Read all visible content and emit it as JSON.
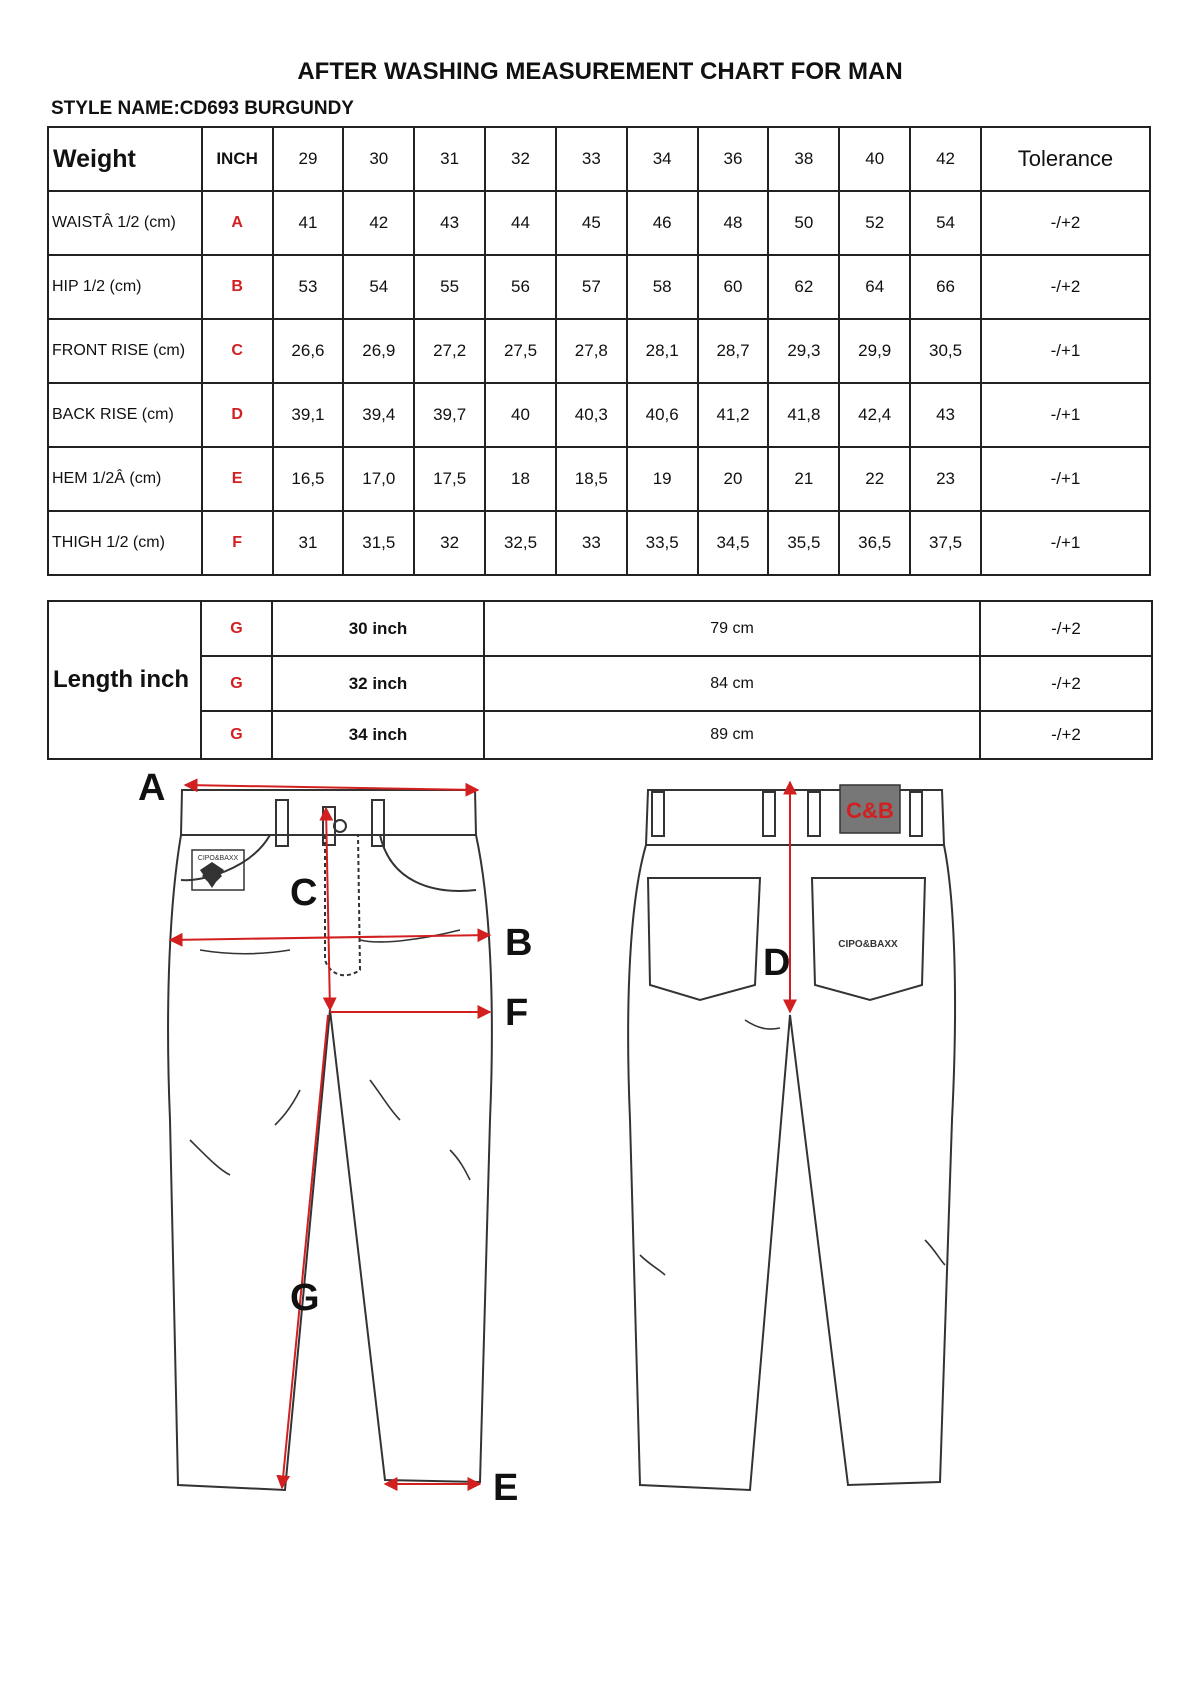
{
  "title": "AFTER WASHING MEASUREMENT CHART FOR MAN",
  "style_name": "STYLE NAME:CD693 BURGUNDY",
  "measurement_table": {
    "header": {
      "weight_label": "Weight",
      "inch_label": "INCH",
      "sizes": [
        "29",
        "30",
        "31",
        "32",
        "33",
        "34",
        "36",
        "38",
        "40",
        "42"
      ],
      "tolerance_label": "Tolerance"
    },
    "rows": [
      {
        "label": "WAISTÂ 1/2 (cm)",
        "code": "A",
        "values": [
          "41",
          "42",
          "43",
          "44",
          "45",
          "46",
          "48",
          "50",
          "52",
          "54"
        ],
        "tolerance": "-/+2"
      },
      {
        "label": "HIP 1/2 (cm)",
        "code": "B",
        "values": [
          "53",
          "54",
          "55",
          "56",
          "57",
          "58",
          "60",
          "62",
          "64",
          "66"
        ],
        "tolerance": "-/+2"
      },
      {
        "label": "FRONT RISE (cm)",
        "code": "C",
        "values": [
          "26,6",
          "26,9",
          "27,2",
          "27,5",
          "27,8",
          "28,1",
          "28,7",
          "29,3",
          "29,9",
          "30,5"
        ],
        "tolerance": "-/+1"
      },
      {
        "label": "BACK RISE (cm)",
        "code": "D",
        "values": [
          "39,1",
          "39,4",
          "39,7",
          "40",
          "40,3",
          "40,6",
          "41,2",
          "41,8",
          "42,4",
          "43"
        ],
        "tolerance": "-/+1"
      },
      {
        "label": "HEM 1/2Â  (cm)",
        "code": "E",
        "values": [
          "16,5",
          "17,0",
          "17,5",
          "18",
          "18,5",
          "19",
          "20",
          "21",
          "22",
          "23"
        ],
        "tolerance": "-/+1"
      },
      {
        "label": "THIGH 1/2 (cm)",
        "code": "F",
        "values": [
          "31",
          "31,5",
          "32",
          "32,5",
          "33",
          "33,5",
          "34,5",
          "35,5",
          "36,5",
          "37,5"
        ],
        "tolerance": "-/+1"
      }
    ]
  },
  "length_table": {
    "label": "Length inch",
    "rows": [
      {
        "code": "G",
        "inch": "30 inch",
        "cm": "79 cm",
        "tolerance": "-/+2"
      },
      {
        "code": "G",
        "inch": "32 inch",
        "cm": "84 cm",
        "tolerance": "-/+2"
      },
      {
        "code": "G",
        "inch": "34 inch",
        "cm": "89 cm",
        "tolerance": "-/+2"
      }
    ]
  },
  "illustration": {
    "front_letters": [
      "A",
      "B",
      "C",
      "E",
      "F",
      "G"
    ],
    "back_letters": [
      "D"
    ],
    "back_patch_text": "C&B",
    "back_pocket_text": "CIPO&BAXX",
    "front_patch_text": "CIPO&BAXX",
    "accent_color": "#d22020"
  }
}
